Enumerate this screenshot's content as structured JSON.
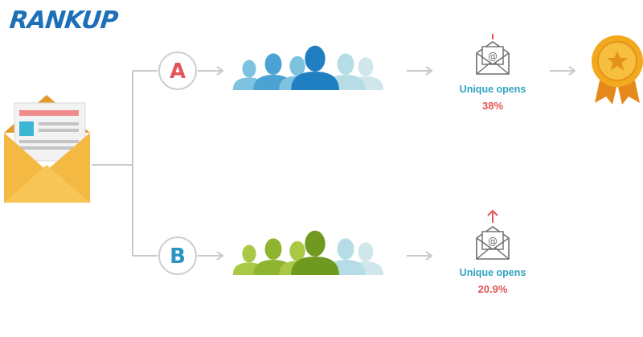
{
  "brand": {
    "logo_text": "RANKUP",
    "logo_color": "#1d6fb8"
  },
  "variants": [
    {
      "letter": "A",
      "letter_color": "#e35557",
      "audience_colors": [
        "#7dc3e0",
        "#4aa3d2",
        "#1f7fc1",
        "#b6dde6",
        "#cfe6ea"
      ],
      "metric_label": "Unique opens",
      "metric_value": "38%",
      "winner": true,
      "winner_icon": "award-medal-icon"
    },
    {
      "letter": "B",
      "letter_color": "#2a94c2",
      "audience_colors": [
        "#a9c843",
        "#8fb530",
        "#6f9a1f",
        "#b6dde6",
        "#cfe6ea"
      ],
      "metric_label": "Unique opens",
      "metric_value": "20.9%",
      "winner": false
    }
  ],
  "source": {
    "icon": "email-envelope-icon"
  },
  "colors": {
    "envelope": "#f4b942",
    "envelope_dark": "#e29a2a",
    "connector": "#c9c9c9",
    "medal": "#f2a91e",
    "medal_ribbon": "#e58a1a"
  }
}
